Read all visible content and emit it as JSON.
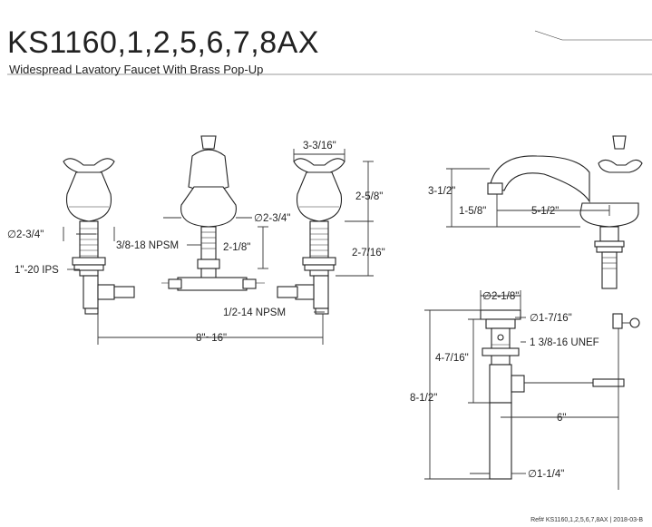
{
  "header": {
    "title": "KS1160,1,2,5,6,7,8AX",
    "subtitle": "Widespread Lavatory Faucet With Brass Pop-Up",
    "ref": "Ref# KS1160,1,2,5,6,7,8AX | 2018-03-B"
  },
  "dimensions": {
    "handle_width": "3-3/16\"",
    "handle_height": "2-5/8\"",
    "handle_base_dia": "∅2-3/4\"",
    "spout_base_dia": "∅2-3/4\"",
    "handle_shank_thread": "1\"-20 IPS",
    "spout_thread": "3/8-18 NPSM",
    "spout_shank_len": "2-1/8\"",
    "handle_shank_len": "2-7/16\"",
    "supply_thread": "1/2-14 NPSM",
    "spread": "8\"~16\"",
    "spout_height": "3-1/2\"",
    "spout_clearance": "1-5/8\"",
    "spout_reach": "5-1/2\"",
    "drain_top_dia": "∅2-1/8\"",
    "drain_body_dia": "∅1-7/16\"",
    "drain_thread": "1 3/8-16 UNEF",
    "drain_thread_len": "4-7/16\"",
    "drain_total_len": "8-1/2\"",
    "lift_rod_len": "6\"",
    "tailpiece_dia": "∅1-1/4\""
  }
}
